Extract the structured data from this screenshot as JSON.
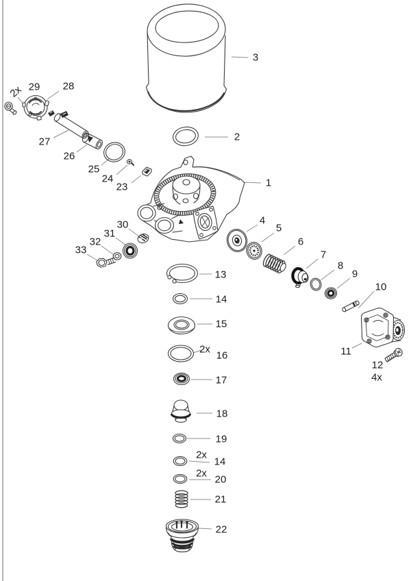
{
  "diagram": {
    "background_color": "#ffffff",
    "line_color": "#3a3a3a",
    "leader_color": "#8d8d8d",
    "text_color": "#1b1b1b",
    "callouts": {
      "c1": "1",
      "c2": "2",
      "c3": "3",
      "c4": "4",
      "c5": "5",
      "c6": "6",
      "c7": "7",
      "c8": "8",
      "c9": "9",
      "c10": "10",
      "c11": "11",
      "c12": "12",
      "c13": "13",
      "c14a": "14",
      "c14b": "14",
      "c15": "15",
      "c16": "16",
      "c17": "17",
      "c18": "18",
      "c19": "19",
      "c20": "20",
      "c21": "21",
      "c22": "22",
      "c23": "23",
      "c24": "24",
      "c25": "25",
      "c26": "26",
      "c27": "27",
      "c28": "28",
      "c29": "29",
      "c30": "30",
      "c31": "31",
      "c32": "32",
      "c33": "33",
      "qty_screw29": "2x",
      "qty16": "2x",
      "qty14": "2x",
      "qty20": "2x",
      "qty12": "4x"
    }
  }
}
